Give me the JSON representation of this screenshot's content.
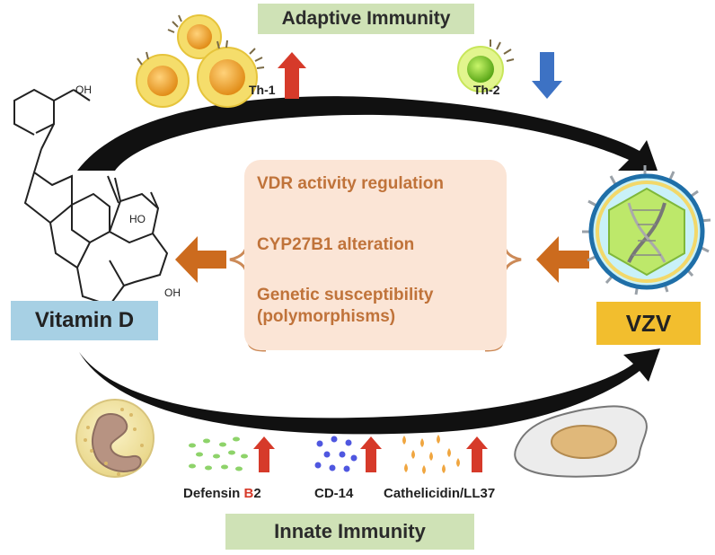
{
  "adaptive_label": "Adaptive Immunity",
  "innate_label": "Innate Immunity",
  "vitamin_d_label": "Vitamin D",
  "vzv_label": "VZV",
  "th1_label": "Th-1",
  "th2_label": "Th-2",
  "th1_change": "up",
  "th2_change": "down",
  "mechanisms": [
    "VDR activity regulation",
    "CYP27B1 alteration",
    "Genetic susceptibility (polymorphisms)"
  ],
  "molecule_labels": {
    "hydroxyl": "OH",
    "hydroxyl_left": "HO"
  },
  "innate_peptides": [
    {
      "prefix": "Defensin ",
      "accent": "B",
      "suffix": "2",
      "change": "up"
    },
    {
      "prefix": "CD-14",
      "accent": "",
      "suffix": "",
      "change": "up"
    },
    {
      "prefix": "Cathelicidin/LL37",
      "accent": "",
      "suffix": "",
      "change": "up"
    }
  ],
  "colors": {
    "banner_green": "#cfe2b6",
    "vitamin_d_blue": "#a7d0e4",
    "vzv_yellow": "#f2be2e",
    "mechanism_bg": "#fbe5d6",
    "mechanism_text": "#c0733a",
    "up_arrow_red": "#d63a2a",
    "down_arrow_blue": "#3d72c4",
    "orange_arrow": "#cc6b1e"
  }
}
